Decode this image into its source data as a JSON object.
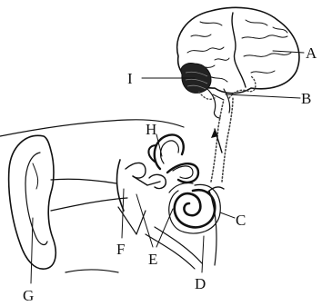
{
  "labels": {
    "A": "A",
    "B": "B",
    "C": "C",
    "D": "D",
    "E": "E",
    "F": "F",
    "G": "G",
    "H": "H",
    "I": "I"
  },
  "colors": {
    "ink": "#111111",
    "background": "#ffffff"
  }
}
